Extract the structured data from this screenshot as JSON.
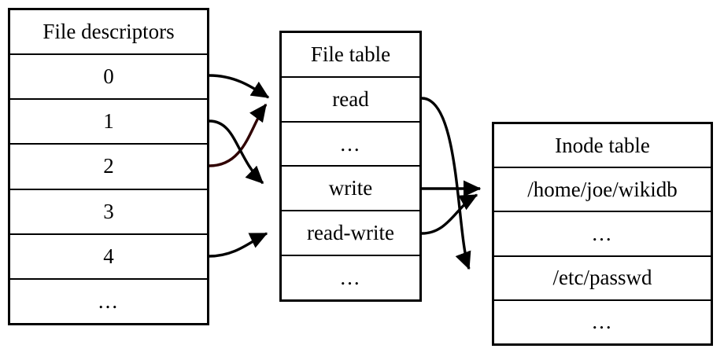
{
  "diagram": {
    "title": "File descriptors, file table and inode table relationship",
    "stroke_color": "#000000",
    "background_color": "#ffffff"
  },
  "fd_table": {
    "header": "File descriptors",
    "rows": [
      {
        "label": "0"
      },
      {
        "label": "1"
      },
      {
        "label": "2"
      },
      {
        "label": "3"
      },
      {
        "label": "4"
      },
      {
        "label": "..."
      }
    ]
  },
  "file_table": {
    "header": "File table",
    "rows": [
      {
        "label": "read"
      },
      {
        "label": "..."
      },
      {
        "label": "write"
      },
      {
        "label": "read-write"
      },
      {
        "label": "..."
      }
    ]
  },
  "inode_table": {
    "header": "Inode table",
    "rows": [
      {
        "label": "/home/joe/wikidb"
      },
      {
        "label": "..."
      },
      {
        "label": "/etc/passwd"
      },
      {
        "label": "..."
      }
    ]
  },
  "connections": [
    {
      "name": "fd0-to-read",
      "from": "File descriptors row 0",
      "to": "File table read"
    },
    {
      "name": "fd2-to-read",
      "from": "File descriptors row 2",
      "to": "File table read"
    },
    {
      "name": "fd1-to-write",
      "from": "File descriptors row 1",
      "to": "File table write"
    },
    {
      "name": "fd4-to-read-write",
      "from": "File descriptors row 4",
      "to": "File table read-write"
    },
    {
      "name": "read-to-passwd",
      "from": "File table read",
      "to": "Inode table /etc/passwd"
    },
    {
      "name": "write-to-wikidb",
      "from": "File table write",
      "to": "Inode table /home/joe/wikidb"
    },
    {
      "name": "read-write-to-wikidb",
      "from": "File table read-write",
      "to": "Inode table /home/joe/wikidb"
    }
  ]
}
